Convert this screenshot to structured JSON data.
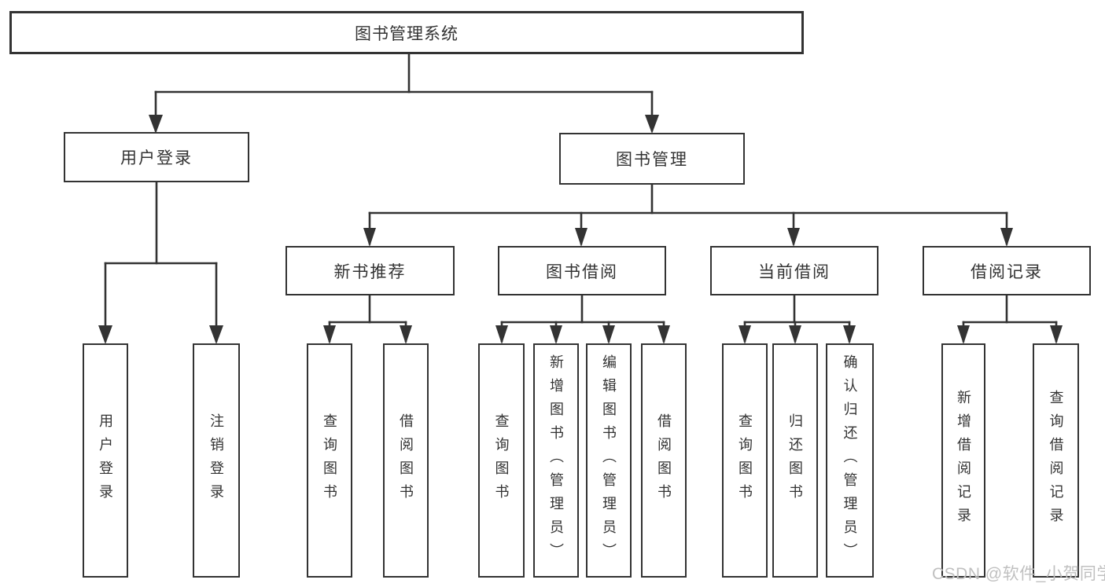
{
  "nodes": {
    "root": {
      "label": "图书管理系统"
    },
    "l2_user_login": {
      "label": "用户登录"
    },
    "l2_book_mgmt": {
      "label": "图书管理"
    },
    "l3_new_book_rec": {
      "label": "新书推荐"
    },
    "l3_book_borrow": {
      "label": "图书借阅"
    },
    "l3_current_borrow": {
      "label": "当前借阅"
    },
    "l3_borrow_records": {
      "label": "借阅记录"
    },
    "leaf_user_login": {
      "label": "用户登录"
    },
    "leaf_logout": {
      "label": "注销登录"
    },
    "leaf_query_books_1": {
      "label": "查询图书"
    },
    "leaf_borrow_books_1": {
      "label": "借阅图书"
    },
    "leaf_query_books_2": {
      "label": "查询图书"
    },
    "leaf_add_books_admin": {
      "label": "新增图书（管理员）"
    },
    "leaf_edit_books_admin": {
      "label": "编辑图书（管理员）"
    },
    "leaf_borrow_books_2": {
      "label": "借阅图书"
    },
    "leaf_query_books_3": {
      "label": "查询图书"
    },
    "leaf_return_books": {
      "label": "归还图书"
    },
    "leaf_confirm_return_admin": {
      "label": "确认归还（管理员）"
    },
    "leaf_add_borrow_record": {
      "label": "新增借阅记录"
    },
    "leaf_query_borrow_record": {
      "label": "查询借阅记录"
    }
  },
  "watermark": {
    "text": "CSDN @软件_小贺同学"
  },
  "colors": {
    "line": "#333333",
    "text": "#333333",
    "watermark": "#c0c0c0",
    "background": "#ffffff"
  }
}
